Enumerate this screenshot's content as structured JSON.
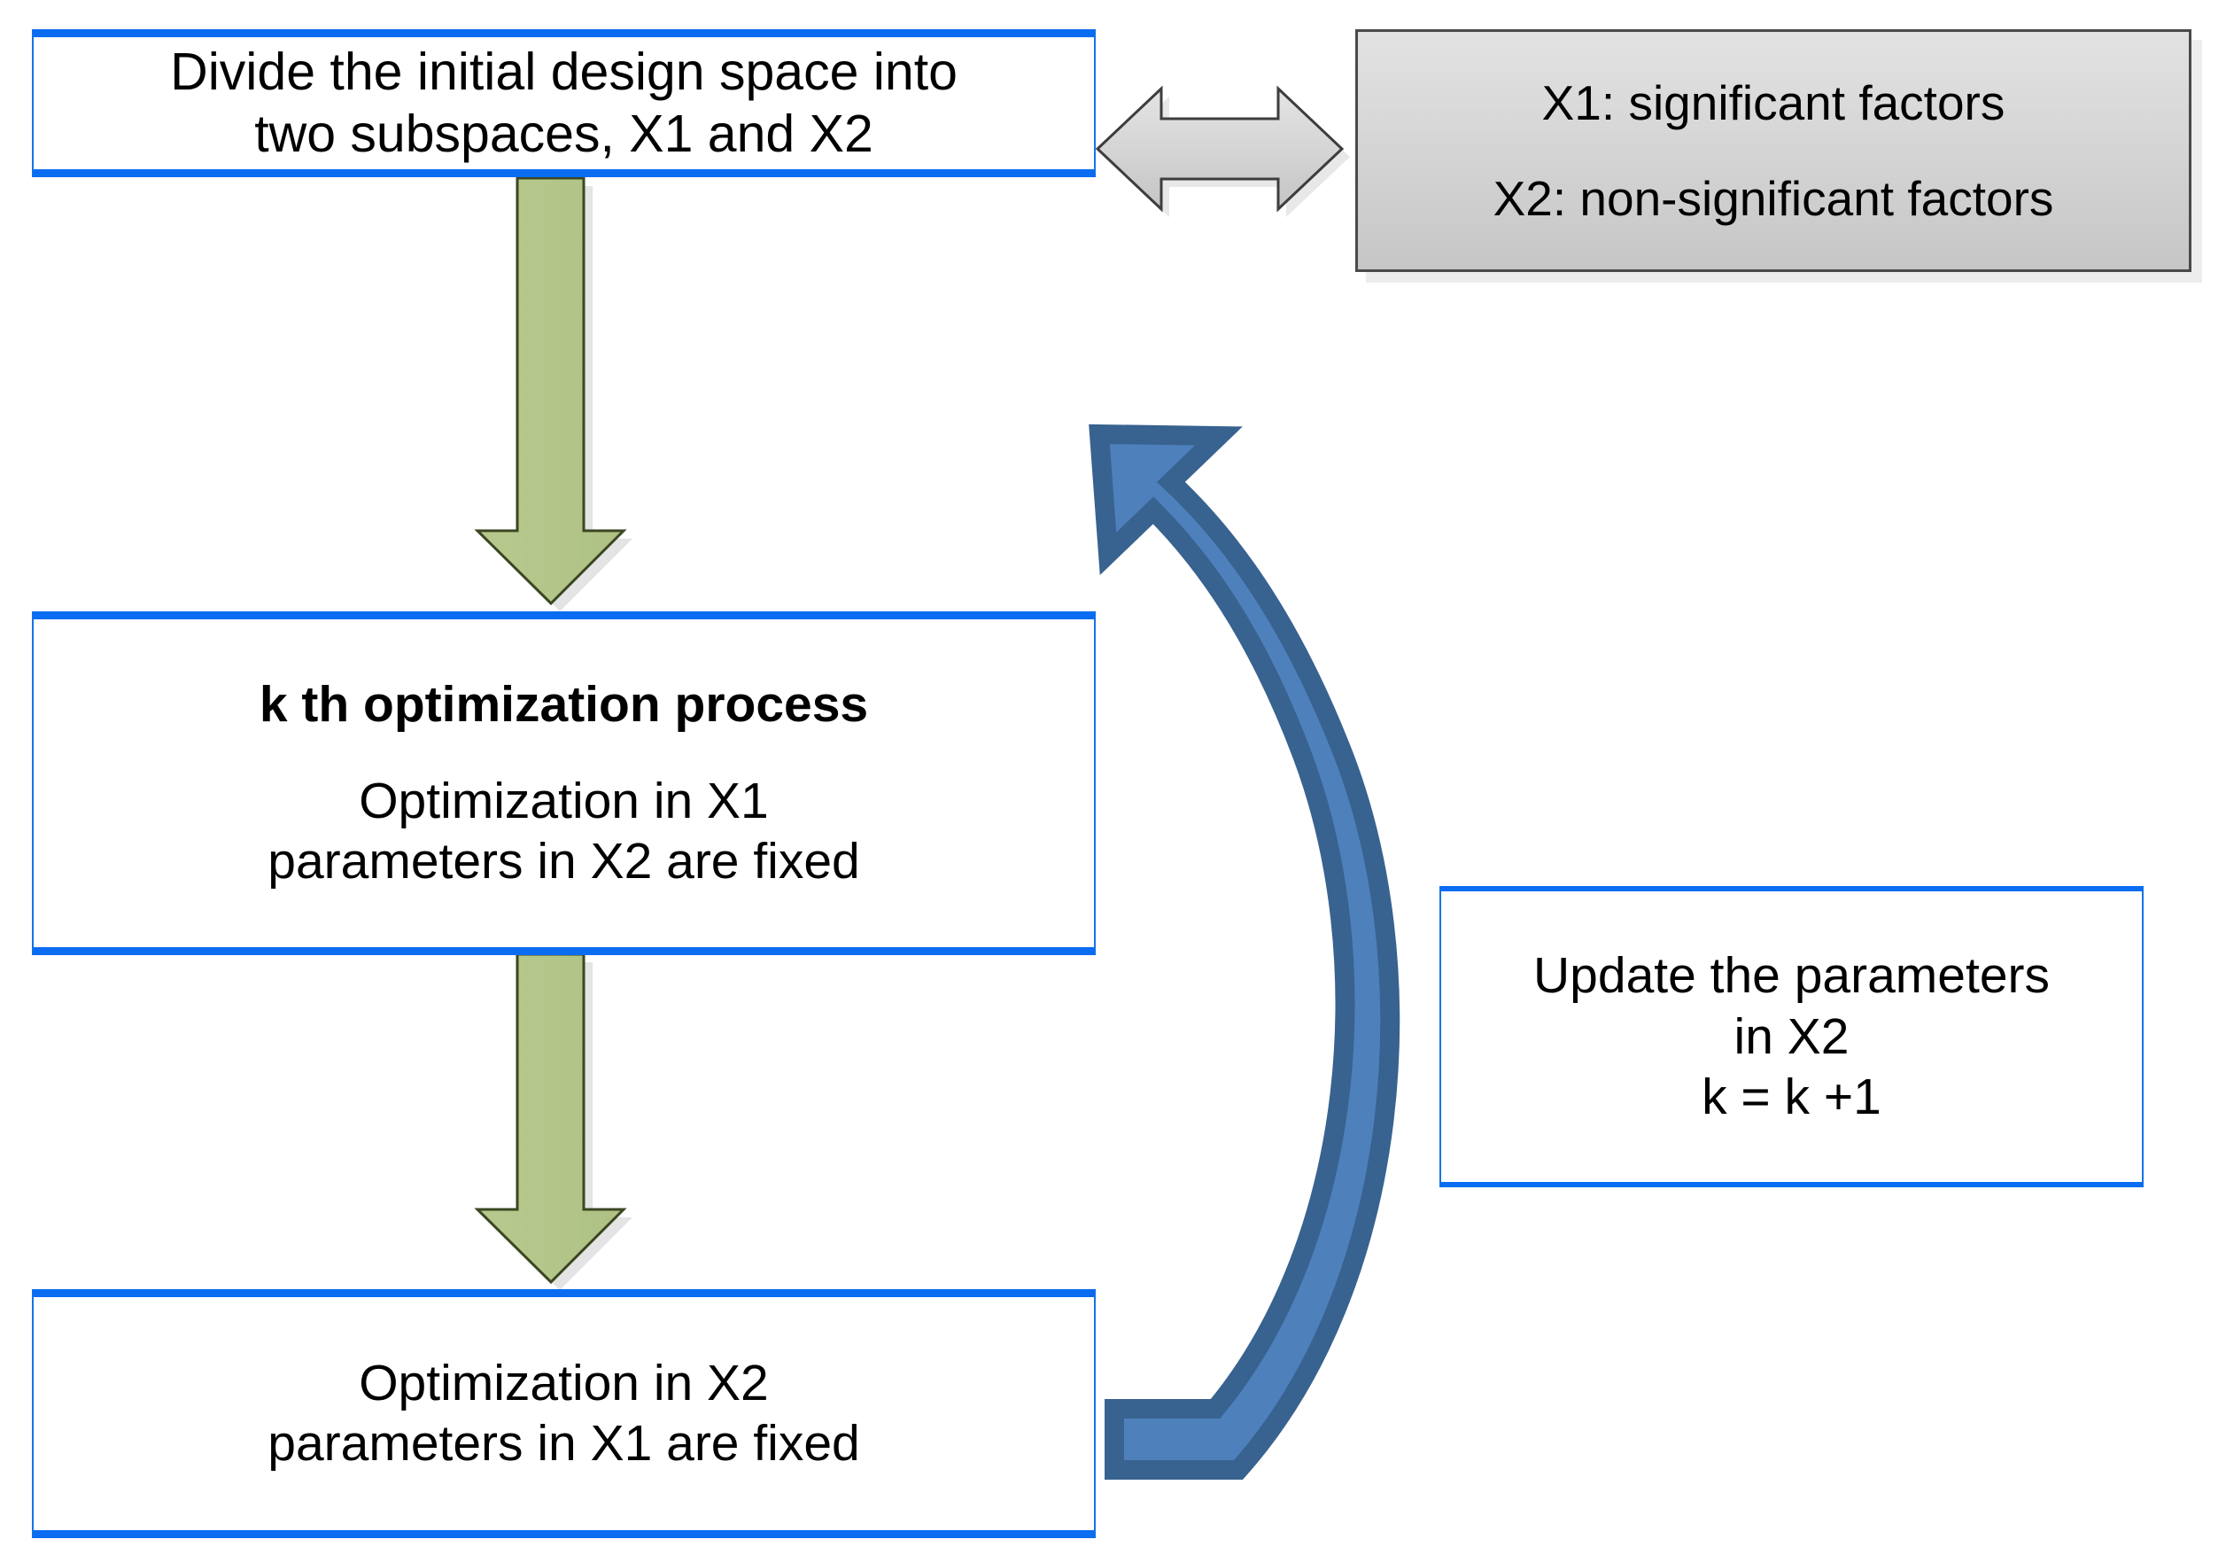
{
  "diagram": {
    "title": "Two-subspace iterative optimization flowchart",
    "colors": {
      "box_border_blue": "#0A6CF0",
      "box_border_blue_thin": "#1573E6",
      "down_arrow_green": "#B5C888",
      "down_arrow_green_outline": "#3E4D22",
      "loop_arrow_blue_fill": "#4E80BC",
      "loop_arrow_blue_outline": "#3A6699",
      "legend_box_fill_top": "#E2E2E2",
      "legend_box_fill_bottom": "#C6C6C6",
      "legend_box_border": "#4A4A4A",
      "double_arrow_fill": "#D2D2D2",
      "double_arrow_outline": "#404040",
      "text": "#000000",
      "background": "#FFFFFF"
    },
    "nodes": {
      "divide": {
        "lines": [
          "Divide the initial design space into",
          "two subspaces, X1 and X2"
        ]
      },
      "kth_process": {
        "heading": "k th optimization process",
        "lines": [
          "Optimization in X1",
          "parameters in X2 are fixed"
        ]
      },
      "optimize_x2": {
        "lines": [
          "Optimization in X2",
          "parameters in X1 are fixed"
        ]
      },
      "update": {
        "lines": [
          "Update the parameters",
          "in X2",
          "k = k +1"
        ]
      },
      "legend": {
        "lines": [
          "X1: significant factors",
          "X2: non-significant factors"
        ]
      }
    },
    "connectors": {
      "double_arrow": {
        "icon": "double-headed-arrow-icon",
        "direction": "horizontal-bidirectional",
        "from": "divide",
        "to": "legend"
      },
      "down_arrow_1": {
        "icon": "down-arrow-icon",
        "from": "divide",
        "to": "kth_process"
      },
      "down_arrow_2": {
        "icon": "down-arrow-icon",
        "from": "kth_process",
        "to": "optimize_x2"
      },
      "loop_arrow": {
        "icon": "curved-up-arrow-icon",
        "from": "optimize_x2",
        "to": "kth_process"
      }
    }
  }
}
